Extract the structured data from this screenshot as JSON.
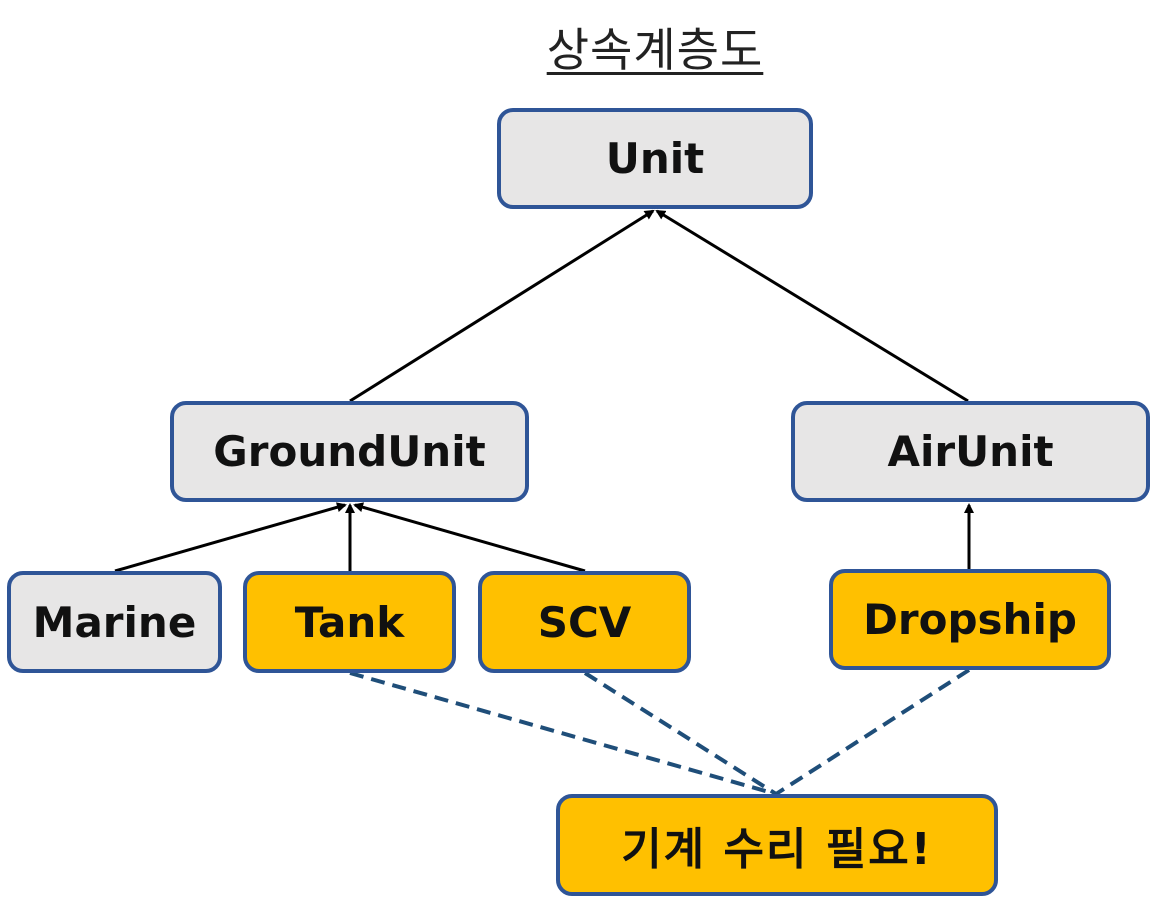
{
  "title": "상속계층도",
  "nodes": {
    "unit": "Unit",
    "groundunit": "GroundUnit",
    "airunit": "AirUnit",
    "marine": "Marine",
    "tank": "Tank",
    "scv": "SCV",
    "dropship": "Dropship",
    "repair": "기계 수리 필요!"
  },
  "colors": {
    "border": "#2F5597",
    "base_fill": "#E7E6E6",
    "highlight_fill": "#FFC000",
    "inheritance_line": "#000000",
    "dashed_line": "#1F4E79"
  }
}
